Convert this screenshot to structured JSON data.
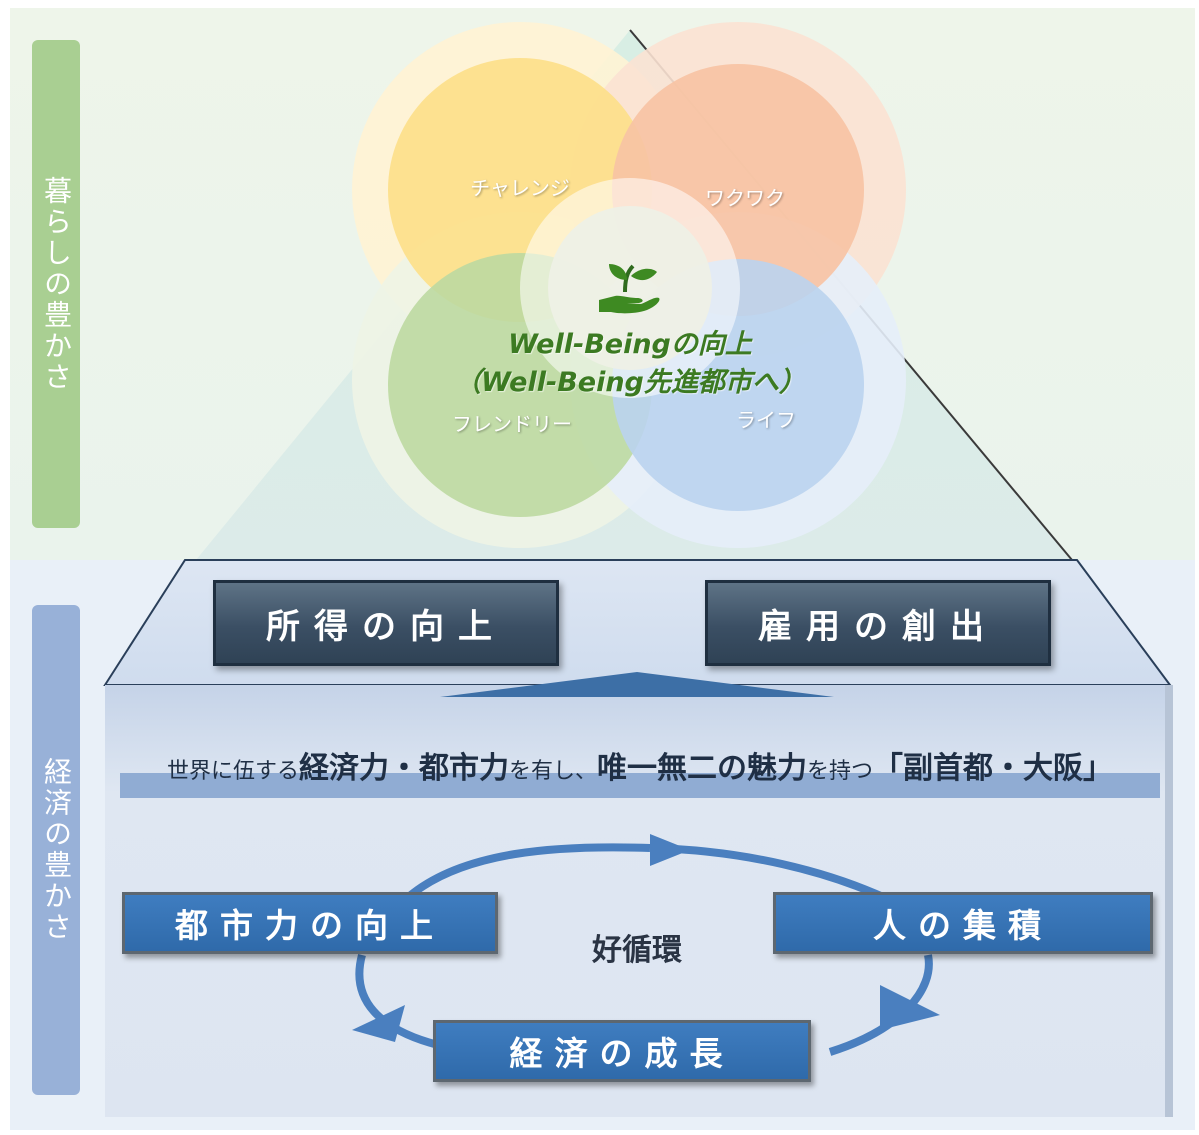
{
  "side_labels": {
    "top": "暮らしの豊かさ",
    "bottom": "経済の豊かさ"
  },
  "circles": [
    {
      "label": "チャレンジ",
      "color": "#fde08a"
    },
    {
      "label": "ワクワク",
      "color": "#f7c3a4"
    },
    {
      "label": "フレンドリー",
      "color": "#bcd9a1"
    },
    {
      "label": "ライフ",
      "color": "#bcd5ee"
    }
  ],
  "center": {
    "title": "Well-Beingの向上",
    "subtitle": "（Well-Being先進都市へ）",
    "icon": "plant-in-hand-icon"
  },
  "top_boxes": [
    "所得の向上",
    "雇用の創出"
  ],
  "vision": {
    "parts": [
      {
        "text": "世界に伍する",
        "style": "small"
      },
      {
        "text": "経済力・都市力",
        "style": "big"
      },
      {
        "text": "を有し、",
        "style": "small"
      },
      {
        "text": "唯一無二の魅力",
        "style": "big"
      },
      {
        "text": "を持つ",
        "style": "small"
      },
      {
        "text": "「副首都・大阪」",
        "style": "big"
      }
    ]
  },
  "cycle": {
    "label": "好循環",
    "nodes": [
      "都市力の向上",
      "人の集積",
      "経済の成長"
    ]
  },
  "colors": {
    "top_bg": "#eef5ea",
    "bottom_bg": "#e8eff8",
    "triangle": "#dcefe6",
    "platform": "#d6e1f0",
    "arrow": "#4a7fbf",
    "vision_band": "#90acd3"
  }
}
